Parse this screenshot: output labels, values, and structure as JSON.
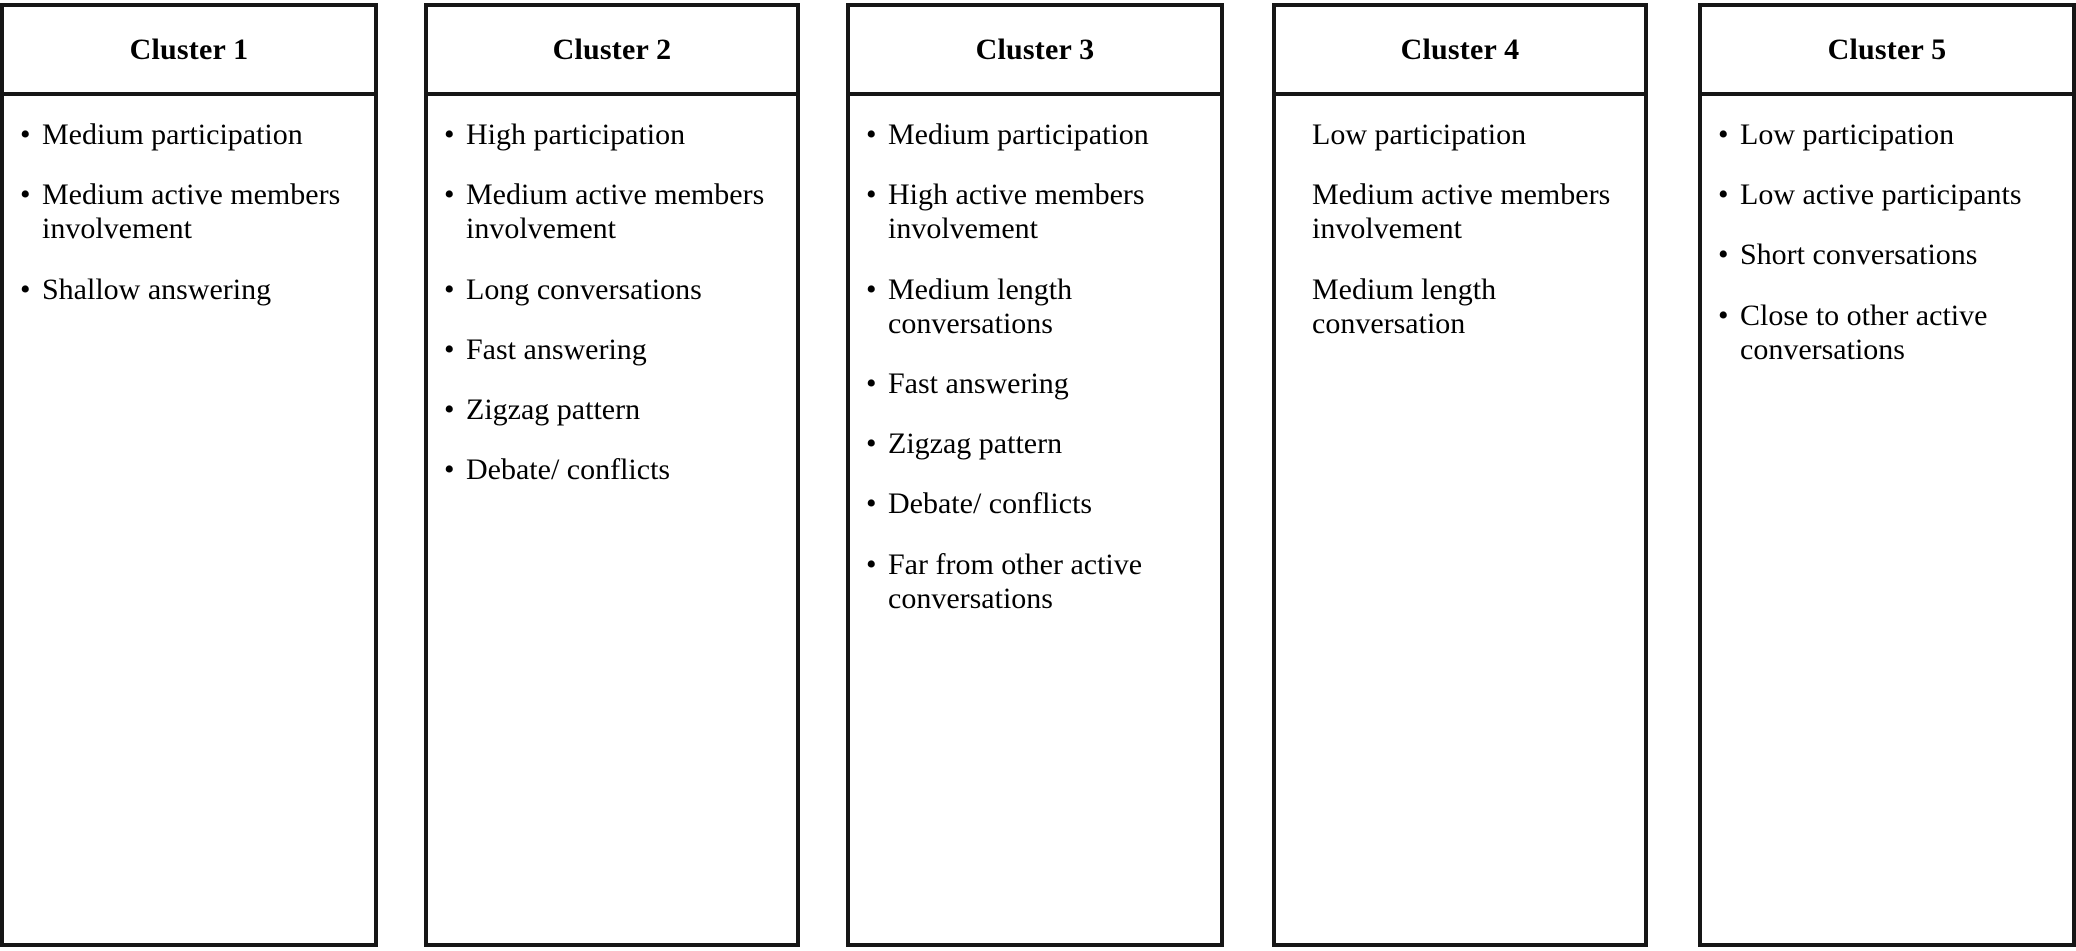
{
  "figure": {
    "type": "cluster-characteristics-table",
    "bullet_glyph": "•",
    "border_color": "#161616",
    "background_color": "#ffffff",
    "text_color": "#000000"
  },
  "clusters": [
    {
      "title": "Cluster 1",
      "bulleted": true,
      "items": [
        "Medium participation",
        "Medium active members involvement",
        "Shallow answering"
      ]
    },
    {
      "title": "Cluster 2",
      "bulleted": true,
      "items": [
        "High participation",
        "Medium active members involvement",
        "Long conversations",
        "Fast answering",
        "Zigzag pattern",
        "Debate/ conflicts"
      ]
    },
    {
      "title": "Cluster 3",
      "bulleted": true,
      "items": [
        "Medium participation",
        "High active members involvement",
        "Medium length conversations",
        "Fast answering",
        "Zigzag pattern",
        "Debate/ conflicts",
        "Far from other active conversations"
      ]
    },
    {
      "title": "Cluster 4",
      "bulleted": false,
      "items": [
        "Low participation",
        "Medium active members involvement",
        "Medium length conversation"
      ]
    },
    {
      "title": "Cluster 5",
      "bulleted": true,
      "items": [
        "Low participation",
        "Low active participants",
        "Short conversations",
        "Close to other active conversations"
      ]
    }
  ]
}
